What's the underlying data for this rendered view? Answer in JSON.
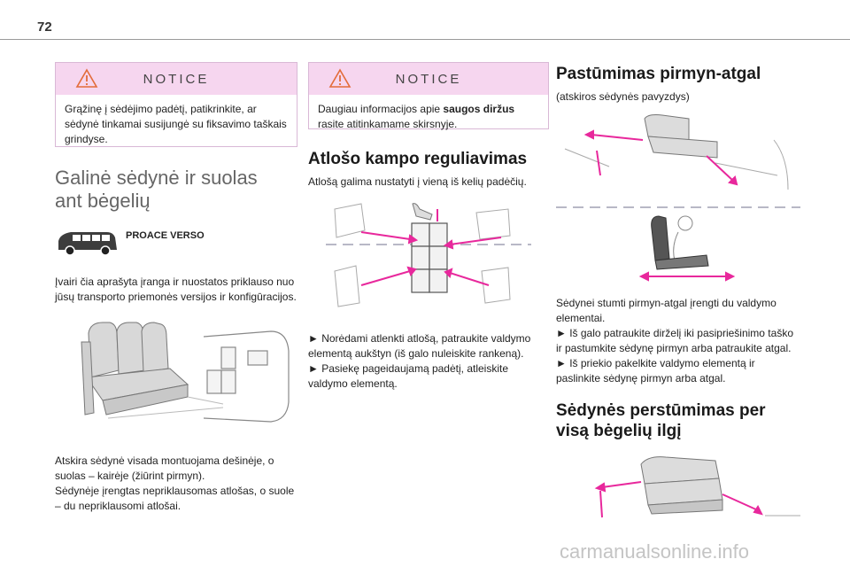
{
  "page": {
    "number": "72"
  },
  "col1": {
    "notice": {
      "title": "NOTICE",
      "text": "Grąžinę į sėdėjimo padėtį, patikrinkite, ar sėdynė tinkamai susijungė su fiksavimo taškais grindyse."
    },
    "section_title_1": "Galinė sėdynė ir suolas",
    "section_title_2": "ant bėgelių",
    "model": "PROACE VERSO",
    "intro": "Įvairi čia aprašyta įranga ir nuostatos priklauso nuo jūsų transporto priemonės versijos ir konfigūracijos.",
    "caption_1": "Atskira sėdynė visada montuojama dešinėje, o suolas – kairėje (žiūrint pirmyn).",
    "caption_2": "Sėdynėje įrengtas nepriklausomas atlošas, o suole – du nepriklausomi atlošai."
  },
  "col2": {
    "notice": {
      "title": "NOTICE",
      "text_before": "Daugiau informacijos apie ",
      "text_bold": "saugos diržus",
      "text_after": " rasite atitinkamame skirsnyje."
    },
    "heading": "Atlošo kampo reguliavimas",
    "intro": "Atlošą galima nustatyti į vieną iš kelių padėčių.",
    "step_1": "► Norėdami atlenkti atlošą, patraukite valdymo elementą aukštyn (iš galo nuleiskite rankeną).",
    "step_2": "► Pasiekę pageidaujamą padėtį, atleiskite valdymo elementą."
  },
  "col3": {
    "heading": "Pastūmimas pirmyn-atgal",
    "subtitle": "(atskiros sėdynės pavyzdys)",
    "text_1": "Sėdynei stumti pirmyn-atgal įrengti du valdymo elementai.",
    "step_1": "► Iš galo patraukite dirželį iki pasipriešinimo taško ir pastumkite sėdynę pirmyn arba patraukite atgal.",
    "step_2": "► Iš priekio pakelkite valdymo elementą ir paslinkite sėdynę pirmyn arba atgal.",
    "heading_2_line1": "Sėdynės perstūmimas per",
    "heading_2_line2": "visą bėgelių ilgį"
  },
  "watermark": "carmanualsonline.info",
  "colors": {
    "notice_header": "#f6d6ef",
    "arrow": "#e8289c",
    "dash": "#b8b8c6"
  }
}
